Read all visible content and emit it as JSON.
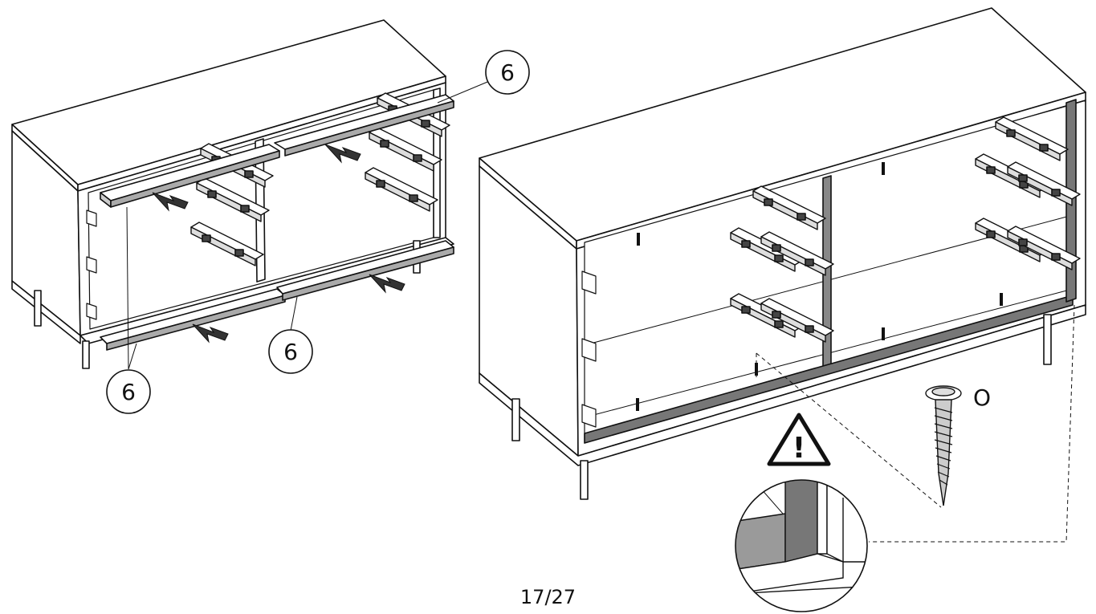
{
  "callouts": {
    "part_left_top": "6",
    "part_left_bottom": "6",
    "part_center_bottom": "6"
  },
  "screw_label": "O",
  "warning_symbol": "!",
  "page_number": "17/27",
  "icons": [
    "warning-triangle-icon",
    "screw-icon",
    "magnifier-detail-icon"
  ]
}
